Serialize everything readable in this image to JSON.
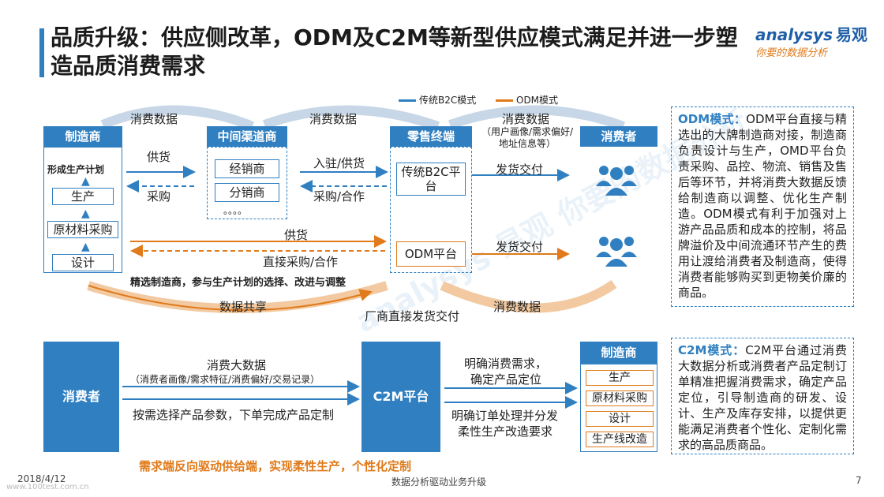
{
  "title": "品质升级：供应侧改革，ODM及C2M等新型供应模式满足并进一步塑造品质消费需求",
  "logo": {
    "brand": "analysys",
    "brand_cn": "易观",
    "slogan": "你要的数据分析"
  },
  "legend": {
    "b2c": "传统B2C模式",
    "odm": "ODM模式"
  },
  "colors": {
    "blue": "#2f7fc1",
    "orange": "#e07a1a"
  },
  "odm_diagram": {
    "manufacturer": {
      "title": "制造商",
      "plan": "形成生产计划",
      "steps": [
        "生产",
        "原材料采购",
        "设计"
      ]
    },
    "channel": {
      "title": "中间渠道商",
      "items": [
        "经销商",
        "分销商"
      ],
      "ellipsis": "。。。。"
    },
    "retail": {
      "title": "零售终端",
      "b2c_platform": "传统B2C平台",
      "odm_platform": "ODM平台"
    },
    "consumer": {
      "title": "消费者"
    },
    "labels": {
      "consumer_data_1": "消费数据",
      "consumer_data_2": "消费数据",
      "consumer_data_3": "消费数据",
      "consumer_data_3_note": "（用户画像/需求偏好/地址信息等）",
      "supply": "供货",
      "purchase": "采购",
      "settle_supply": "入驻/供货",
      "purchase_coop": "采购/合作",
      "ship_1": "发货交付",
      "ship_2": "发货交付",
      "odm_supply": "供货",
      "direct_purchase": "直接采购/合作",
      "select": "精选制造商，参与生产计划的选择、改进与调整",
      "data_share": "数据共享",
      "consumer_data_4": "消费数据",
      "factory_direct": "厂商直接发货交付"
    }
  },
  "odm_desc": {
    "head": "ODM模式：",
    "body": "ODM平台直接与精选出的大牌制造商对接，制造商负责设计与生产，OMD平台负责采购、品控、物流、销售及售后等环节，并将消费大数据反馈给制造商以调整、优化生产制造。ODM模式有利于加强对上游产品品质和成本的控制，将品牌溢价及中间流通环节产生的费用让渡给消费者及制造商，使得消费者能够购买到更物美价廉的商品。"
  },
  "c2m_diagram": {
    "consumer": "消费者",
    "platform": "C2M平台",
    "manufacturer": {
      "title": "制造商",
      "steps": [
        "生产",
        "原材料采购",
        "设计",
        "生产线改造"
      ]
    },
    "labels": {
      "big_data": "消费大数据",
      "big_data_note": "（消费者画像/需求特征/消费偏好/交易记录）",
      "order": "按需选择产品参数，下单完成产品定制",
      "demand_1": "明确消费需求，",
      "demand_2": "确定产品定位",
      "order_proc_1": "明确订单处理并分发",
      "order_proc_2": "柔性生产改造要求"
    },
    "slogan": "需求端反向驱动供给端，实现柔性生产，个性化定制"
  },
  "c2m_desc": {
    "head": "C2M模式：",
    "body": "C2M平台通过消费大数据分析或消费者产品定制订单精准把握消费需求，确定产品定位，引导制造商的研发、设计、生产及库存安排，以提供更能满足消费者个性化、定制化需求的高品质商品。"
  },
  "footer": {
    "date": "2018/4/12",
    "center": "数据分析驱动业务升级",
    "page": "7",
    "site": "www.100test.com.cn"
  },
  "watermark": "analysys 易观 你要的数据分析"
}
